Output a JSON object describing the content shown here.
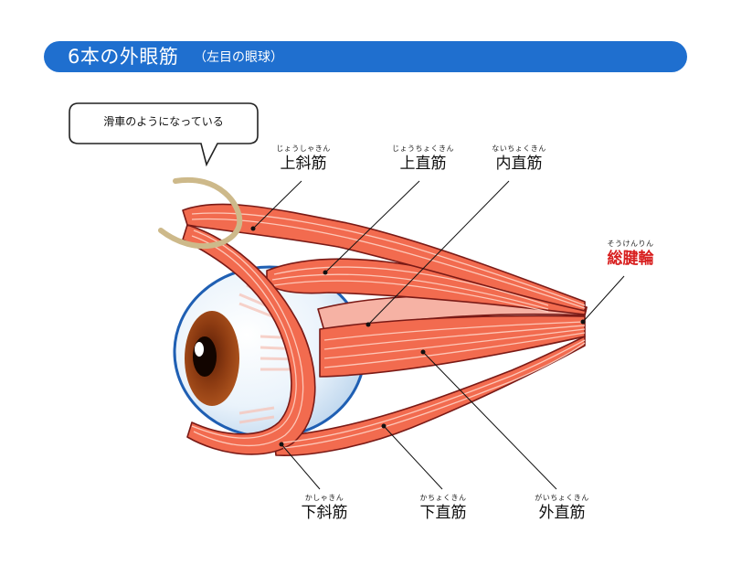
{
  "title": {
    "main": "6本の外眼筋",
    "sub": "（左目の眼球）"
  },
  "callout": {
    "text": "滑車のようになっている"
  },
  "labels": {
    "superior_oblique": {
      "ruby": "じょうしゃきん",
      "name": "上斜筋"
    },
    "superior_rectus": {
      "ruby": "じょうちょくきん",
      "name": "上直筋"
    },
    "medial_rectus": {
      "ruby": "ないちょくきん",
      "name": "内直筋"
    },
    "annulus": {
      "ruby": "そうけんりん",
      "name": "総腱輪"
    },
    "inferior_oblique": {
      "ruby": "かしゃきん",
      "name": "下斜筋"
    },
    "inferior_rectus": {
      "ruby": "かちょくきん",
      "name": "下直筋"
    },
    "lateral_rectus": {
      "ruby": "がいちょくきん",
      "name": "外直筋"
    }
  },
  "colors": {
    "title_bar": "#1f6fcf",
    "muscle": "#f26b4f",
    "muscle_stripe": "#ffd2c4",
    "muscle_outline": "#7a1a16",
    "eyeball": "#e9f3fb",
    "eyeball_outline": "#1f5fb3",
    "iris": "#8b3a14",
    "pulley": "#cdb98a",
    "annulus_label": "#d81e1e"
  }
}
